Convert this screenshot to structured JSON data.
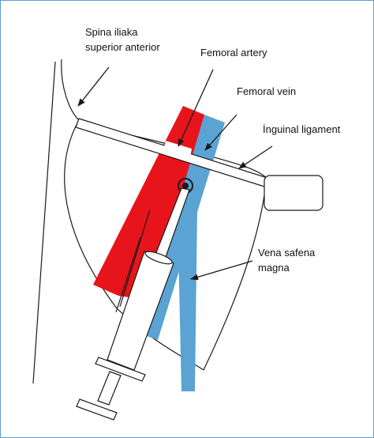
{
  "labels": {
    "spina_line1": "Spina iliaka",
    "spina_line2": "superior anterior",
    "femoral_artery": "Femoral artery",
    "femoral_vein": "Femoral vein",
    "inguinal_ligament": "İnguinal ligament",
    "vena_line1": "Vena safena",
    "vena_line2": "magna"
  },
  "colors": {
    "artery": "#e8141c",
    "vein": "#5aa3d3",
    "outline": "#1a1a1a",
    "frame": "#5a9fd8"
  }
}
